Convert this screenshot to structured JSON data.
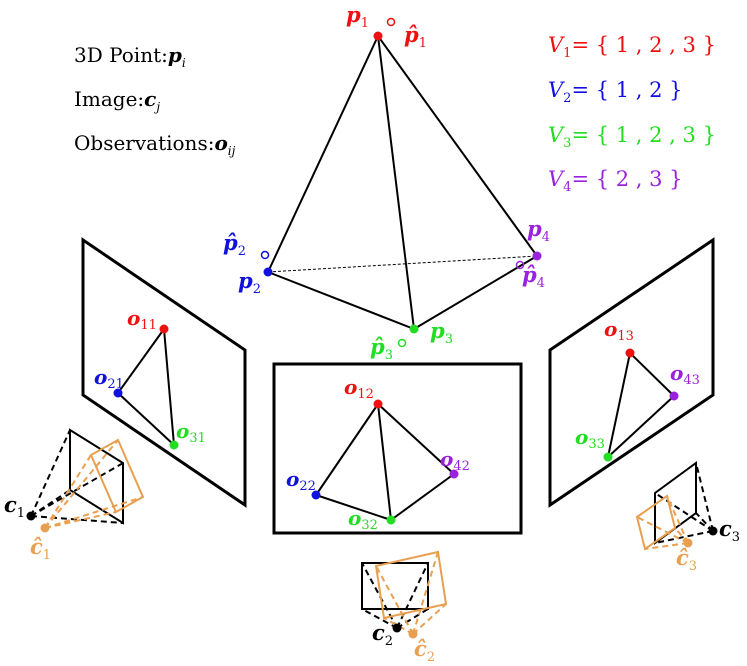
{
  "legend": {
    "point_prefix": "3D Point:",
    "point_symbol": "p",
    "point_sub": "i",
    "image_prefix": "Image:",
    "image_symbol": "c",
    "image_sub": "j",
    "obs_prefix": "Observations:",
    "obs_symbol": "o",
    "obs_sub": "ij"
  },
  "visibility": [
    {
      "name": "V",
      "sub": "1",
      "expr": "= { 1 , 2 , 3 }",
      "color": "#ee1111"
    },
    {
      "name": "V",
      "sub": "2",
      "expr": "= { 1 , 2 }",
      "color": "#1111dd"
    },
    {
      "name": "V",
      "sub": "3",
      "expr": "= { 1 , 2 , 3 }",
      "color": "#22dd22"
    },
    {
      "name": "V",
      "sub": "4",
      "expr": "= { 2 , 3 }",
      "color": "#9922dd"
    }
  ],
  "points": [
    {
      "sym": "p",
      "sub": "1",
      "hat_sym": "p̂",
      "hat_sub": "1",
      "color": "#ee1111"
    },
    {
      "sym": "p",
      "sub": "2",
      "hat_sym": "p̂",
      "hat_sub": "2",
      "color": "#1111dd"
    },
    {
      "sym": "p",
      "sub": "3",
      "hat_sym": "p̂",
      "hat_sub": "3",
      "color": "#22dd22"
    },
    {
      "sym": "p",
      "sub": "4",
      "hat_sym": "p̂",
      "hat_sub": "4",
      "color": "#9922dd"
    }
  ],
  "observations": {
    "o11": {
      "sym": "o",
      "sub": "11",
      "color": "#ee1111"
    },
    "o21": {
      "sym": "o",
      "sub": "21",
      "color": "#1111dd"
    },
    "o31": {
      "sym": "o",
      "sub": "31",
      "color": "#22dd22"
    },
    "o12": {
      "sym": "o",
      "sub": "12",
      "color": "#ee1111"
    },
    "o22": {
      "sym": "o",
      "sub": "22",
      "color": "#1111dd"
    },
    "o32": {
      "sym": "o",
      "sub": "32",
      "color": "#22dd22"
    },
    "o42": {
      "sym": "o",
      "sub": "42",
      "color": "#9922dd"
    },
    "o13": {
      "sym": "o",
      "sub": "13",
      "color": "#ee1111"
    },
    "o33": {
      "sym": "o",
      "sub": "33",
      "color": "#22dd22"
    },
    "o43": {
      "sym": "o",
      "sub": "43",
      "color": "#9922dd"
    }
  },
  "cameras": [
    {
      "sym": "c",
      "sub": "1",
      "hat_sym": "ĉ",
      "hat_sub": "1"
    },
    {
      "sym": "c",
      "sub": "2",
      "hat_sym": "ĉ",
      "hat_sub": "2"
    },
    {
      "sym": "c",
      "sub": "3",
      "hat_sym": "ĉ",
      "hat_sub": "3"
    }
  ],
  "colors": {
    "line": "#000000",
    "estimate_camera": "#e8a050"
  }
}
